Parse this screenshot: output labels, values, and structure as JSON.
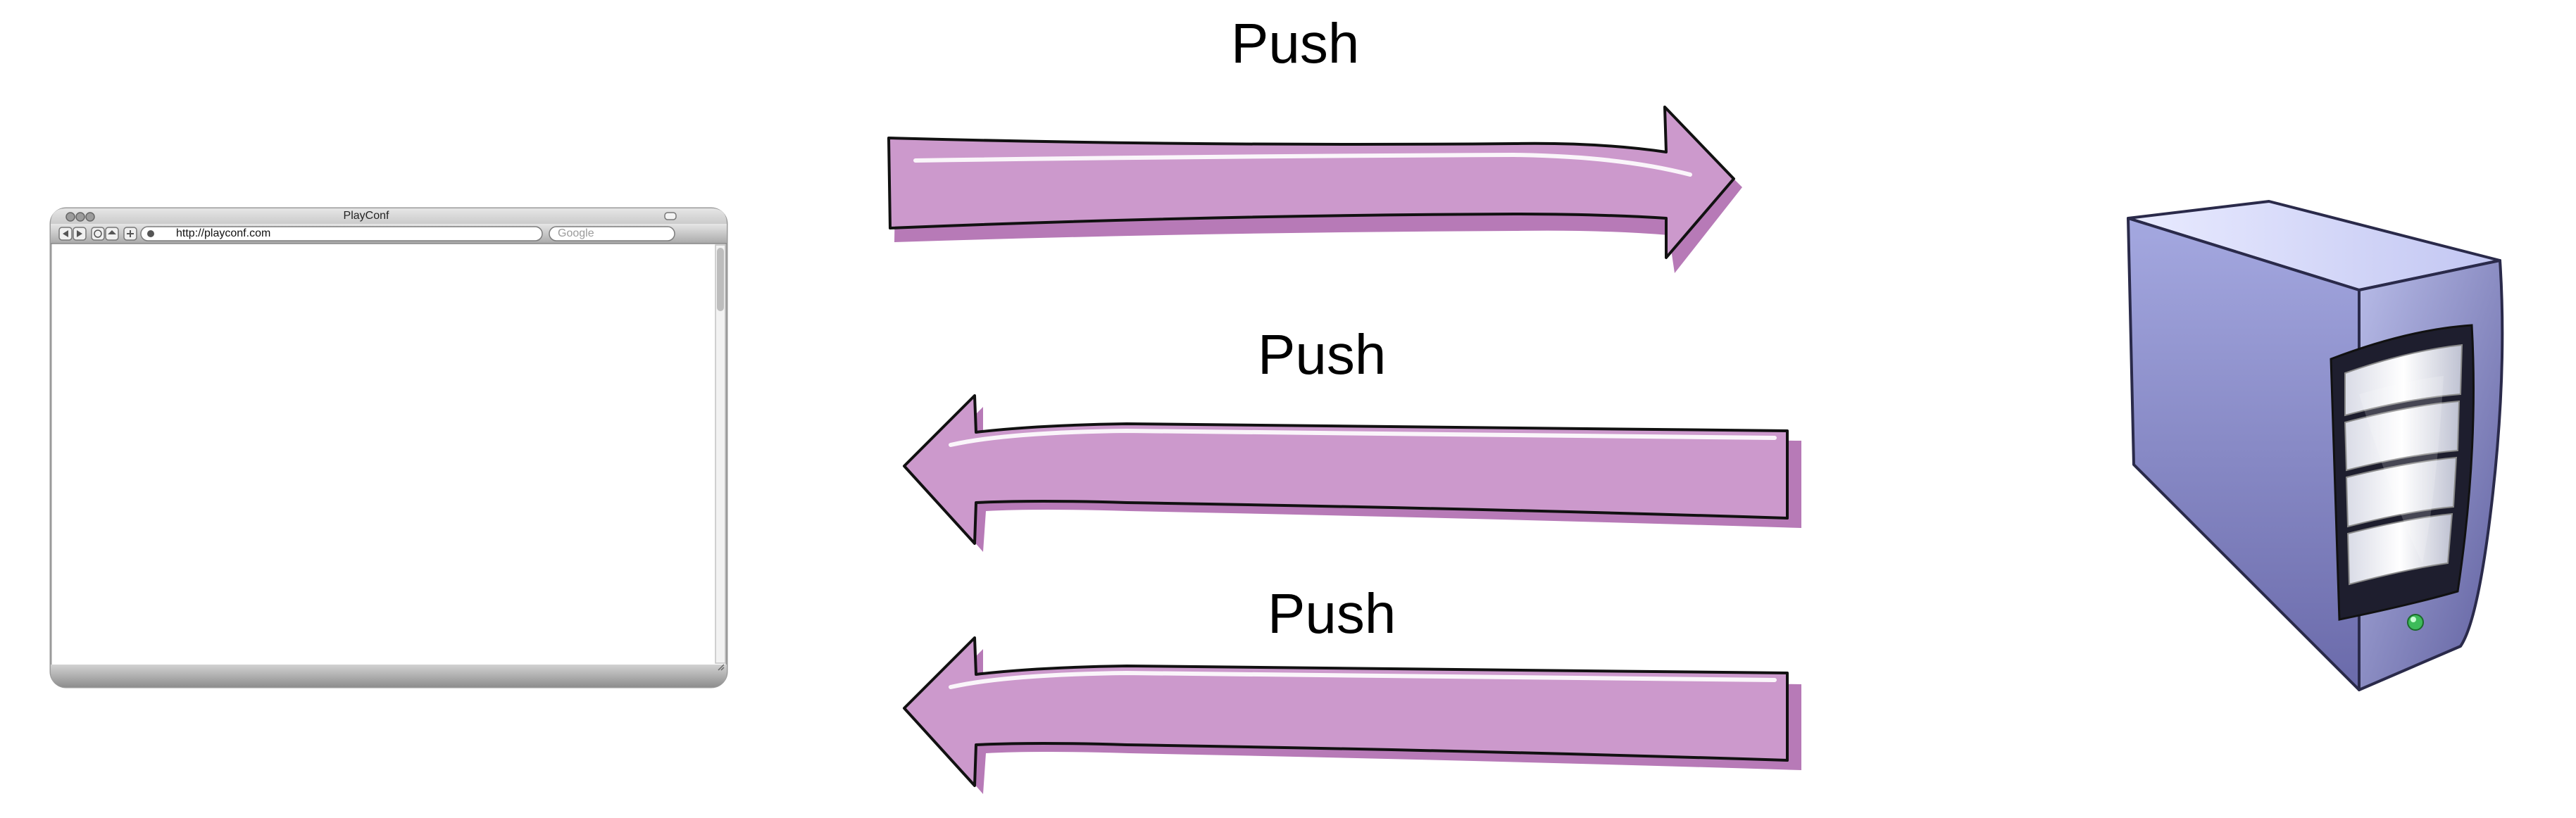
{
  "diagram": {
    "arrows": [
      {
        "label": "Push",
        "direction": "right"
      },
      {
        "label": "Push",
        "direction": "left"
      },
      {
        "label": "Push",
        "direction": "left"
      }
    ],
    "browser": {
      "title": "PlayConf",
      "url": "http://playconf.com",
      "search_placeholder": "Google"
    },
    "server": {
      "icon": "server-tower-icon"
    },
    "colors": {
      "arrow_fill": "#cc99cc",
      "arrow_shadow": "#b77ab7",
      "server_body": "#7a7ab8",
      "server_light": "#c9cdf0",
      "server_dark": "#5a5a96"
    }
  }
}
